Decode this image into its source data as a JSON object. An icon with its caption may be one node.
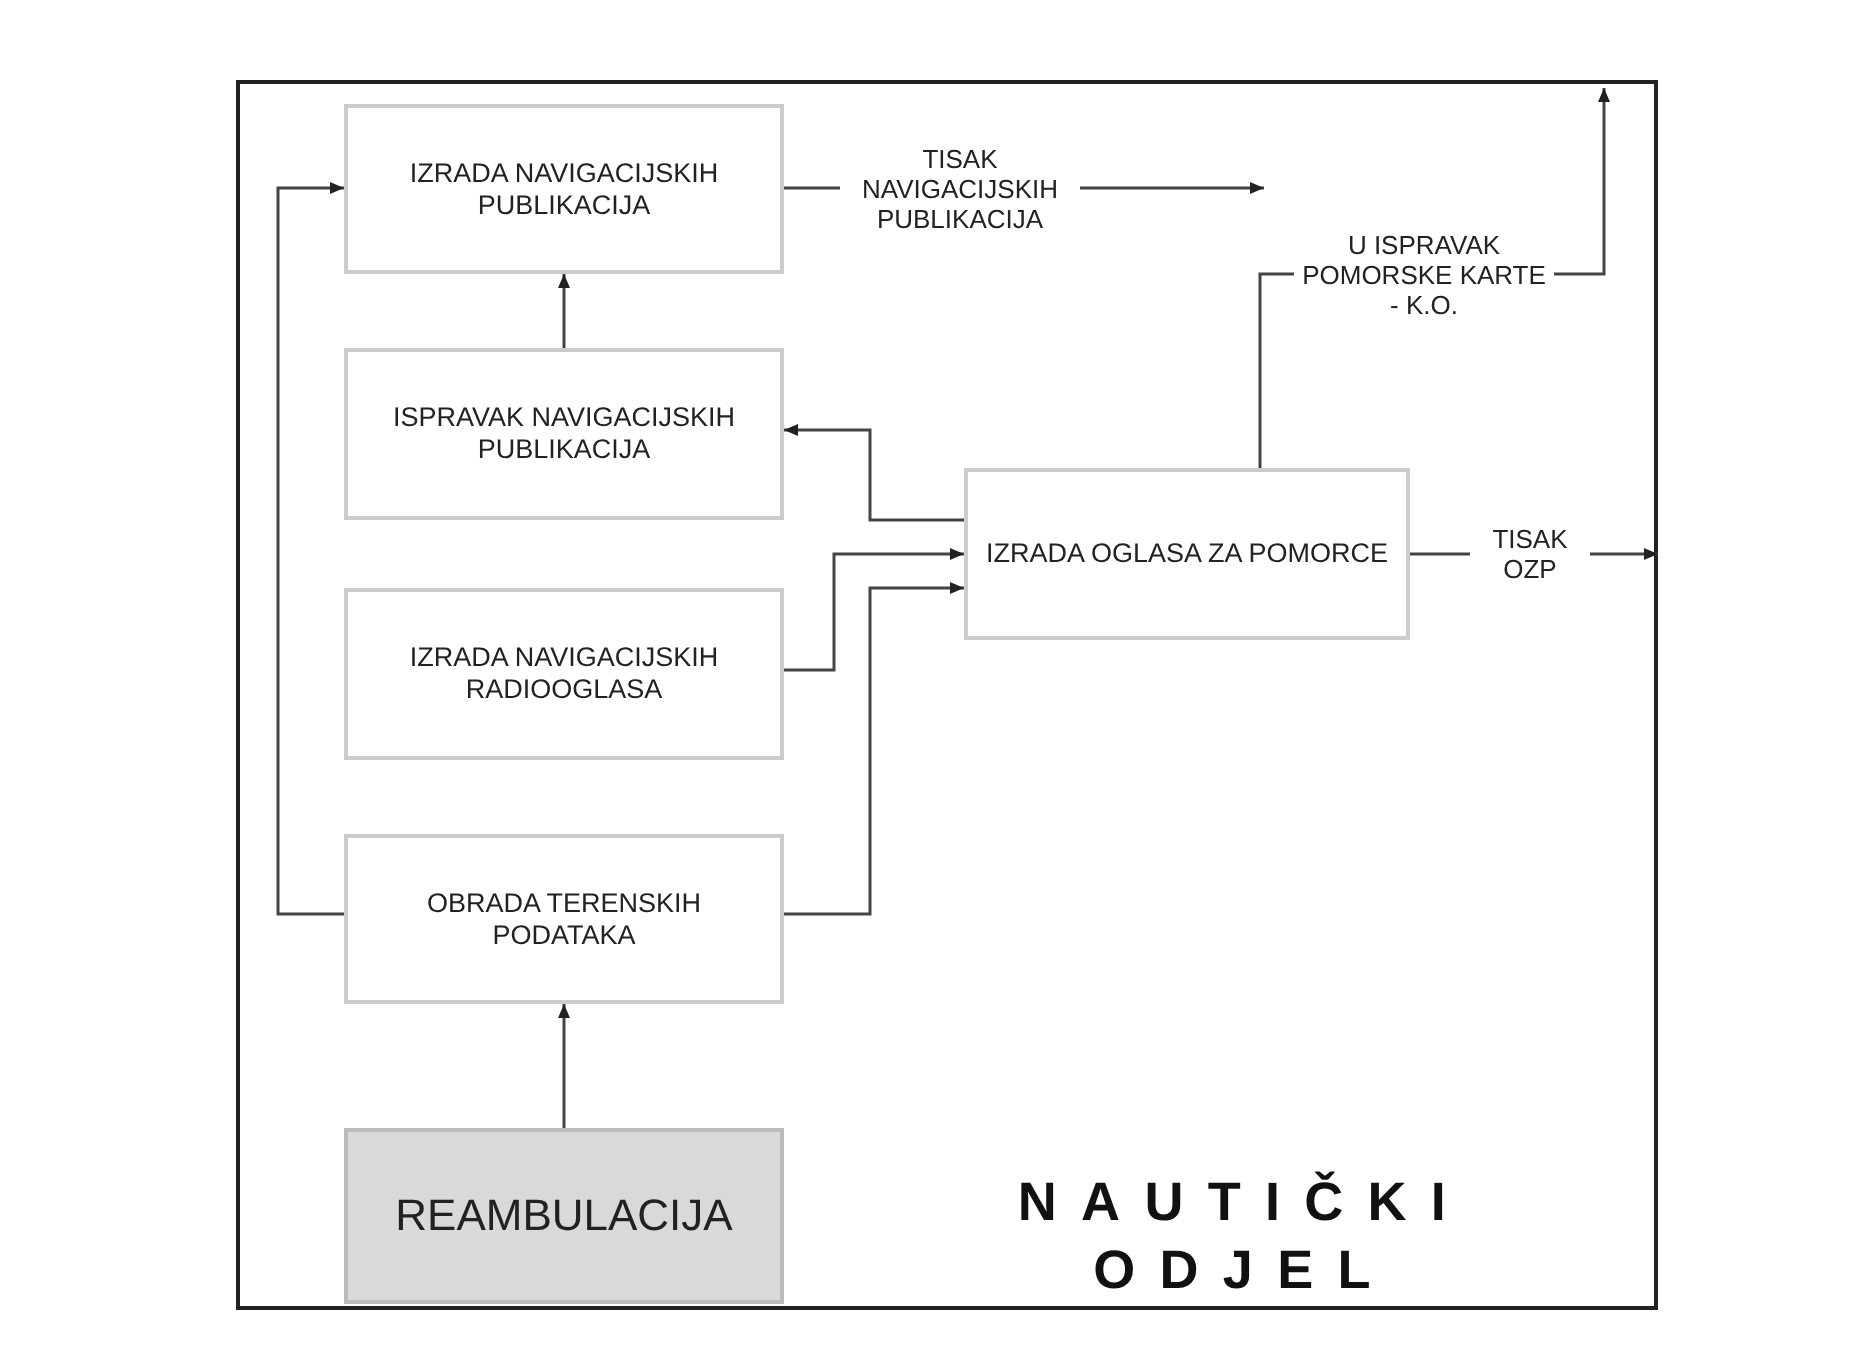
{
  "diagram": {
    "nodes": [
      {
        "text": [
          "NAUTIČKI ODJEL"
        ]
      },
      {
        "text": [
          "IZRADA NAVIGACIJSKIH PUBLIKACIJA"
        ],
        "in": 0
      },
      {
        "text": [
          "ISPRAVAK NAVIGACIJSKIH PUBLIKACIJA"
        ],
        "in": 0
      },
      {
        "text": [
          "IZRADA OGLASA ZA POMORCE"
        ],
        "in": 0
      },
      {
        "text": [
          "IZRADA NAVIGACIJSKIH RADIOOGLASA"
        ],
        "in": 0
      },
      {
        "text": [
          "OBRADA TERENSKIH PODATAKA"
        ],
        "in": 0
      },
      {
        "text": [
          "REAMBULACIJA"
        ],
        "in": 0
      }
    ],
    "edges": [
      {
        "from": 2,
        "to": 1,
        "arrow": "to"
      },
      {
        "from": 3,
        "to": 2,
        "arrow": "to"
      },
      {
        "from": 4,
        "to": 3,
        "arrow": "to"
      },
      {
        "from": 5,
        "to": 3,
        "arrow": "to"
      },
      {
        "from": 5,
        "to": 1,
        "arrow": "to"
      },
      {
        "from": 6,
        "to": 5,
        "arrow": "to"
      },
      {
        "from": 1,
        "to": null,
        "arrow": "to",
        "label": "TISAK NAVIGACIJSKIH PUBLIKACIJA"
      },
      {
        "from": 3,
        "to": null,
        "arrow": "to",
        "label": "U ISPRAVAK POMORSKE KARTE - K.O."
      },
      {
        "from": 3,
        "to": null,
        "arrow": "to",
        "label": "TISAK OZP"
      }
    ]
  }
}
